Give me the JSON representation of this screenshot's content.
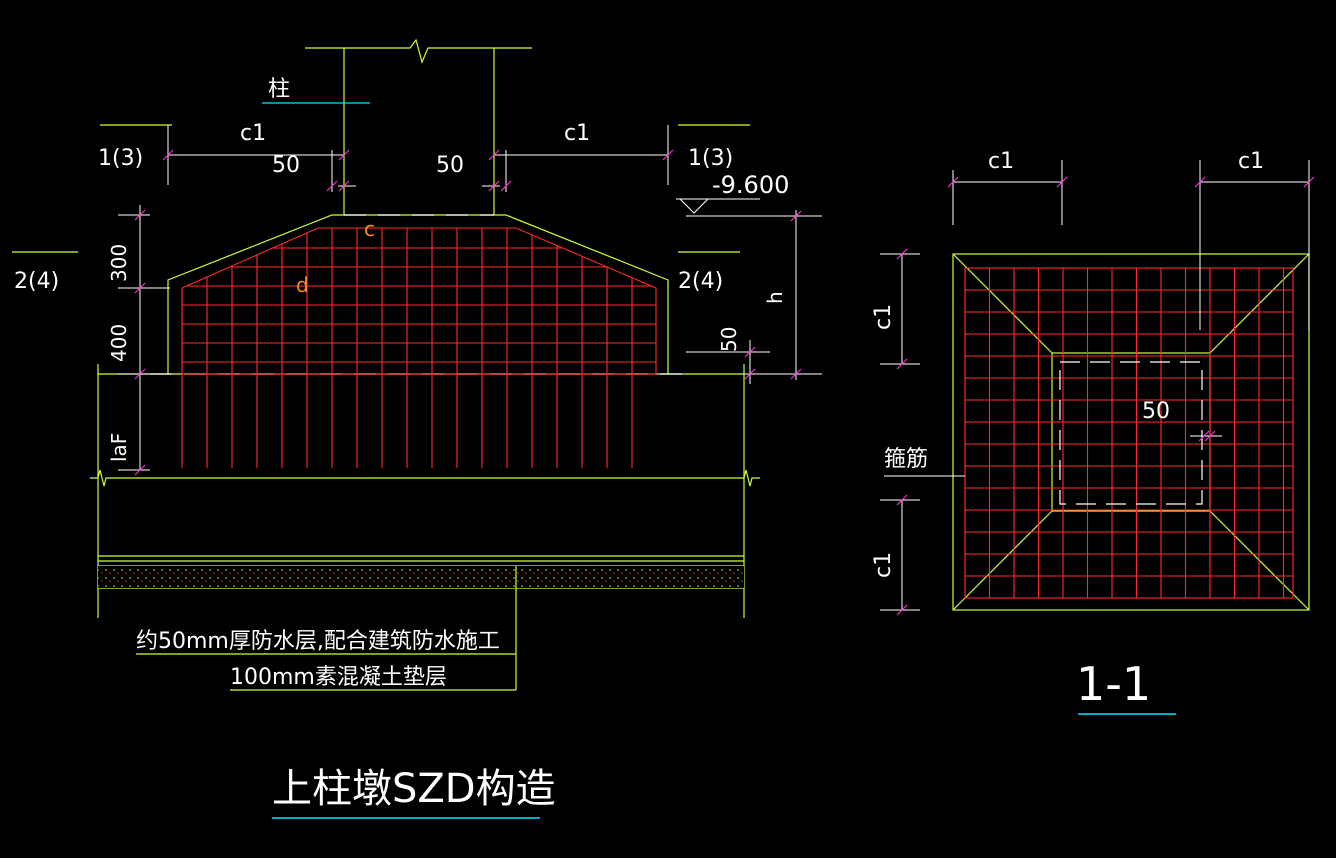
{
  "title": "上柱墩SZD构造",
  "section_title": "1-1",
  "labels": {
    "column": "柱",
    "stirrup": "箍筋",
    "c1": "c1",
    "fifty": "50",
    "ref_1_3": "1(3)",
    "ref_2_4": "2(4)",
    "elevation": "-9.600",
    "dim_300": "300",
    "dim_400": "400",
    "dim_h": "h",
    "dim_laf": "laF",
    "mark_c": "c",
    "mark_d": "d"
  },
  "notes": {
    "waterproof": "约50mm厚防水层,配合建筑防水施工",
    "cushion": "100mm素混凝土垫层"
  },
  "colors": {
    "background": "#000000",
    "concrete_outline": "#ccff33",
    "rebar": "#ff2a2a",
    "dimension": "#ff2bd6",
    "column_line": "#ffffff",
    "leader": "#00e5ff",
    "note_line": "#ccff33",
    "text": "#ffffff",
    "mark": "#ff8a1a"
  }
}
